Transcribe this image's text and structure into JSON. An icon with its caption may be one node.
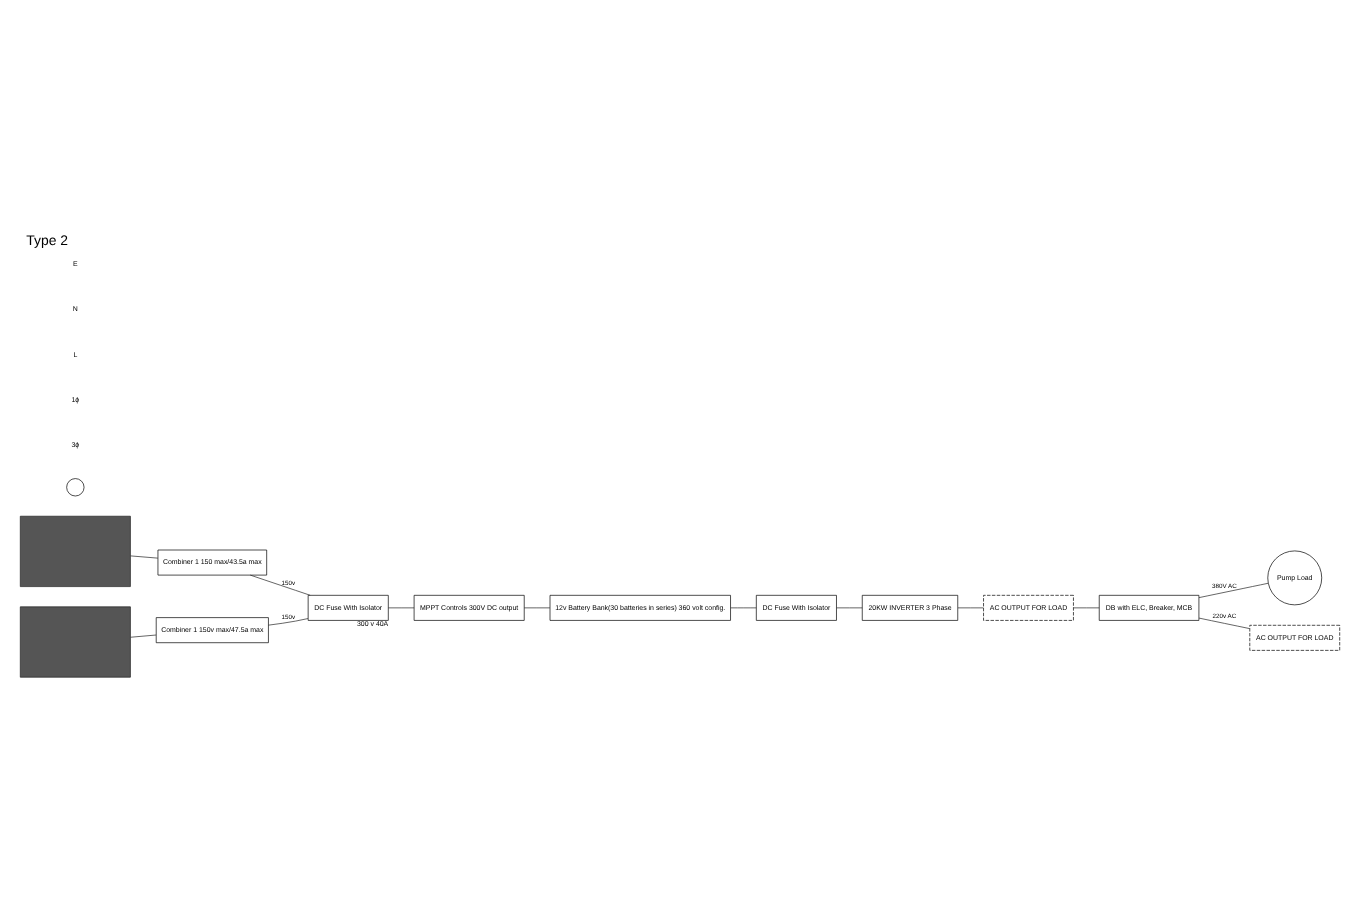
{
  "diagram": {
    "title": "Type 2",
    "nodes": [
      {
        "text": [],
        "shape": "box"
      },
      {
        "text": [],
        "shape": "box"
      },
      {
        "text": [
          "Combiner 1 150 max/43.5a max"
        ]
      },
      {
        "text": [
          "Combiner 1 150v max/47.5a max"
        ]
      },
      {
        "text": [
          "DC Fuse With Isolator"
        ],
        "beside": [
          "300 v 40A"
        ]
      },
      {
        "text": [
          "MPPT Controls 300V DC output"
        ]
      },
      {
        "text": [
          "12v Battery Bank(30 batteries in series) 360 volt config."
        ]
      },
      {
        "text": [
          "DC Fuse With Isolator"
        ]
      },
      {
        "text": [
          "20KW INVERTER 3 Phase"
        ]
      },
      {
        "text": [
          "AC OUTPUT FOR LOAD"
        ]
      },
      {
        "text": [
          "DB with ELC, Breaker, MCB"
        ]
      },
      {
        "text": [
          "Pump Load"
        ]
      },
      {
        "text": [
          "AC OUTPUT FOR LOAD"
        ]
      },
      {
        "text": [],
        "shape": "circle"
      }
    ],
    "edges": [
      {
        "from": 0,
        "to": 2,
        "arrow": "none"
      },
      {
        "from": 1,
        "to": 3,
        "arrow": "none"
      },
      {
        "from": 2,
        "to": 4,
        "arrow": "none",
        "label": "150v"
      },
      {
        "from": 3,
        "to": 4,
        "arrow": "none",
        "label": "150v"
      },
      {
        "from": 4,
        "to": 5,
        "arrow": "none"
      },
      {
        "from": 5,
        "to": 6,
        "arrow": "none"
      },
      {
        "from": 6,
        "to": 7,
        "arrow": "none"
      },
      {
        "from": 7,
        "to": 8,
        "arrow": "none"
      },
      {
        "from": 8,
        "to": 9,
        "arrow": "none"
      },
      {
        "from": 9,
        "to": 10,
        "arrow": "none"
      },
      {
        "from": 10,
        "to": 11,
        "arrow": "none",
        "label": "380V AC"
      },
      {
        "from": 10,
        "to": 12,
        "arrow": "none",
        "label": "220v AC"
      }
    ],
    "labels": [
      "3ϕ",
      "1ϕ",
      "L",
      "N",
      "E"
    ]
  }
}
